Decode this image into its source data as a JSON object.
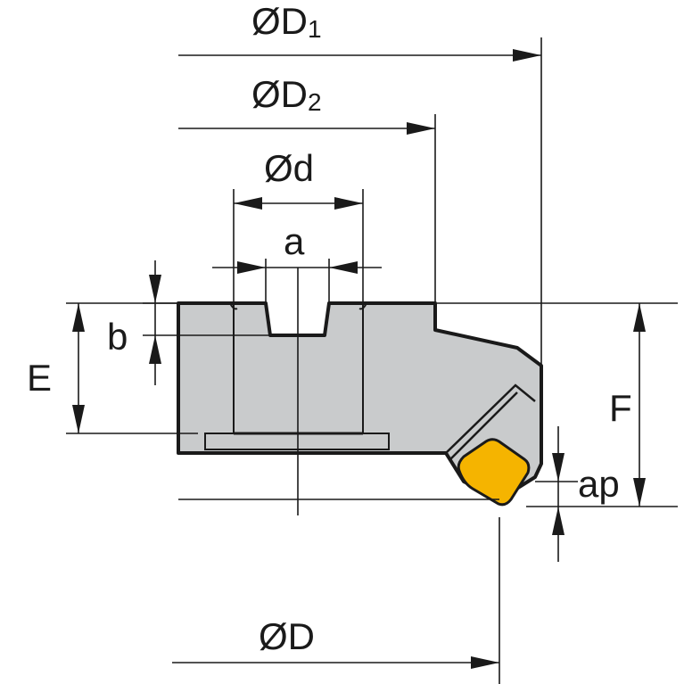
{
  "labels": {
    "D1_main": "ØD",
    "D1_sub": "1",
    "D2_main": "ØD",
    "D2_sub": "2",
    "d": "Ød",
    "a": "a",
    "b": "b",
    "E": "E",
    "F": "F",
    "ap": "ap",
    "D": "ØD"
  },
  "colors": {
    "body_fill": "#c9cbcc",
    "insert_fill": "#f5b400",
    "outline": "#1a1a1a"
  }
}
